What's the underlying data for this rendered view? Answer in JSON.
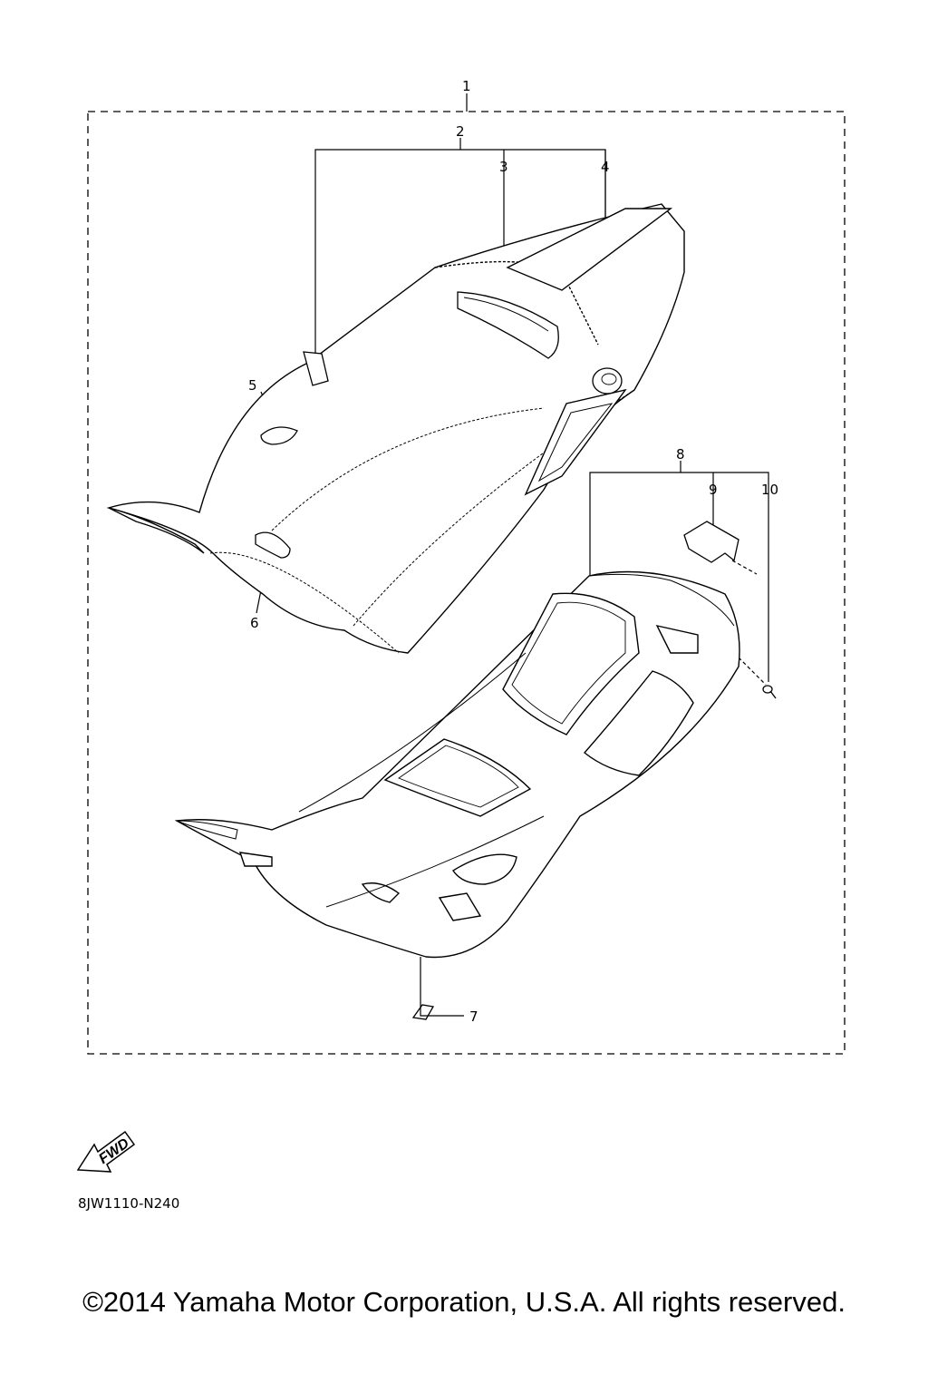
{
  "callouts": [
    {
      "id": "1",
      "label": "1"
    },
    {
      "id": "2",
      "label": "2"
    },
    {
      "id": "3",
      "label": "3"
    },
    {
      "id": "4",
      "label": "4"
    },
    {
      "id": "5",
      "label": "5"
    },
    {
      "id": "6",
      "label": "6"
    },
    {
      "id": "7",
      "label": "7"
    },
    {
      "id": "8",
      "label": "8"
    },
    {
      "id": "9",
      "label": "9"
    },
    {
      "id": "10",
      "label": "10"
    }
  ],
  "fwd_label": "FWD",
  "diagram_code": "8JW1110-N240",
  "copyright": "©2014 Yamaha Motor Corporation, U.S.A. All rights reserved."
}
